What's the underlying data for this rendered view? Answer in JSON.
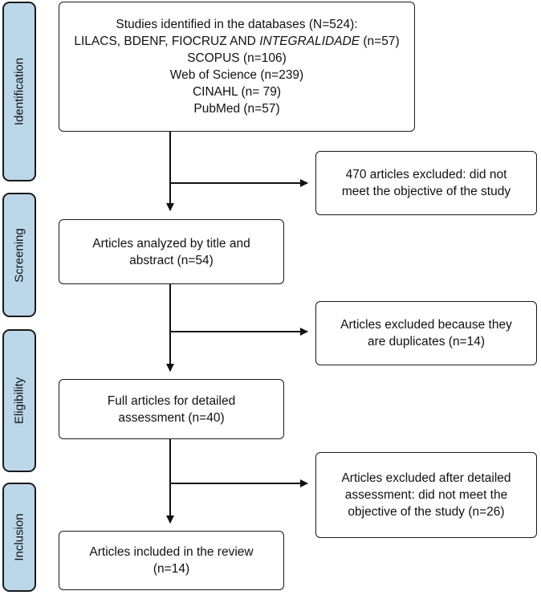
{
  "phases": [
    {
      "label": "Identification"
    },
    {
      "label": "Screening"
    },
    {
      "label": "Eligibility"
    },
    {
      "label": "Inclusion"
    }
  ],
  "identification": {
    "title": "Studies identified in the databases (N=524):",
    "db1_prefix": "LILACS, BDENF, FIOCRUZ AND ",
    "db1_italic": "INTEGRALIDADE",
    "db1_suffix": " (n=57)",
    "db2": "SCOPUS (n=106)",
    "db3": "Web of Science (n=239)",
    "db4": "CINAHL (n= 79)",
    "db5": "PubMed (n=57)"
  },
  "excluded1": {
    "line1": "470 articles excluded: did not",
    "line2": "meet the objective of the study"
  },
  "screening": {
    "line1": "Articles analyzed by title and",
    "line2": "abstract (n=54)"
  },
  "excluded2": {
    "line1": "Articles excluded because they",
    "line2": "are duplicates (n=14)"
  },
  "eligibility": {
    "line1": "Full articles for detailed",
    "line2": "assessment (n=40)"
  },
  "excluded3": {
    "line1": "Articles excluded after detailed",
    "line2": "assessment: did not meet the",
    "line3": "objective of the study (n=26)"
  },
  "inclusion": {
    "line1": "Articles included in the review",
    "line2": "(n=14)"
  }
}
